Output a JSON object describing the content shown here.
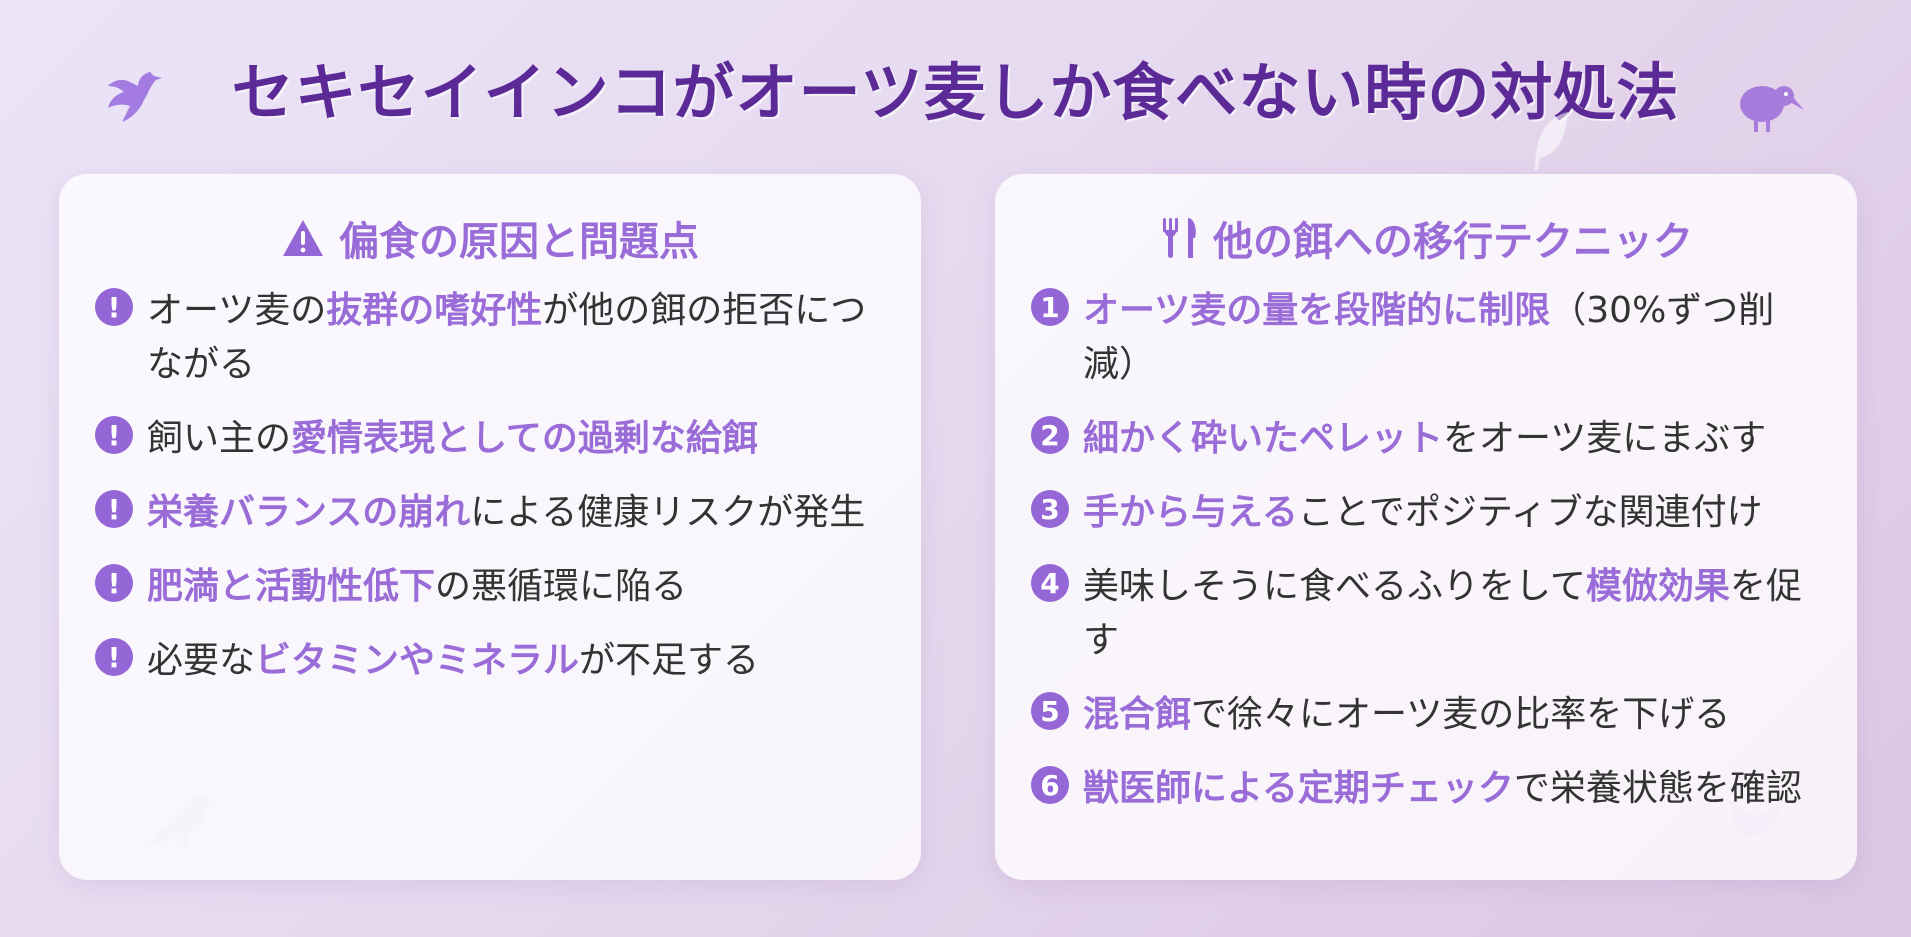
{
  "header": {
    "title": "セキセイインコがオーツ麦しか食べない時の対処法",
    "icons": [
      "dove-icon",
      "kiwi-bird-icon",
      "feather-icon"
    ]
  },
  "left_card": {
    "icon": "warning-triangle-icon",
    "title": "偏食の原因と問題点",
    "bullet_icon": "exclamation-circle-icon",
    "items": [
      {
        "pre": "オーツ麦の",
        "hl": "抜群の嗜好性",
        "post": "が他の餌の拒否につながる"
      },
      {
        "pre": "飼い主の",
        "hl": "愛情表現としての過剰な給餌",
        "post": ""
      },
      {
        "pre": "",
        "hl": "栄養バランスの崩れ",
        "post": "による健康リスクが発生"
      },
      {
        "pre": "",
        "hl": "肥満と活動性低下",
        "post": "の悪循環に陥る"
      },
      {
        "pre": "必要な",
        "hl": "ビタミンやミネラル",
        "post": "が不足する"
      }
    ]
  },
  "right_card": {
    "icon": "utensils-icon",
    "title": "他の餌への移行テクニック",
    "items": [
      {
        "num": "1",
        "pre": "",
        "hl": "オーツ麦の量を段階的に制限",
        "post": "（30%ずつ削減）"
      },
      {
        "num": "2",
        "pre": "",
        "hl": "細かく砕いたペレット",
        "post": "をオーツ麦にまぶす"
      },
      {
        "num": "3",
        "pre": "",
        "hl": "手から与える",
        "post": "ことでポジティブな関連付け"
      },
      {
        "num": "4",
        "pre": "美味しそうに食べるふりをして",
        "hl": "模倣効果",
        "post": "を促す"
      },
      {
        "num": "5",
        "pre": "",
        "hl": "混合餌",
        "post": "で徐々にオーツ麦の比率を下げる"
      },
      {
        "num": "6",
        "pre": "",
        "hl": "獣医師による定期チェック",
        "post": "で栄養状態を確認"
      }
    ]
  },
  "colors": {
    "title": "#5b2a96",
    "accent": "#9a6cd8",
    "badge": "#9566d6"
  }
}
